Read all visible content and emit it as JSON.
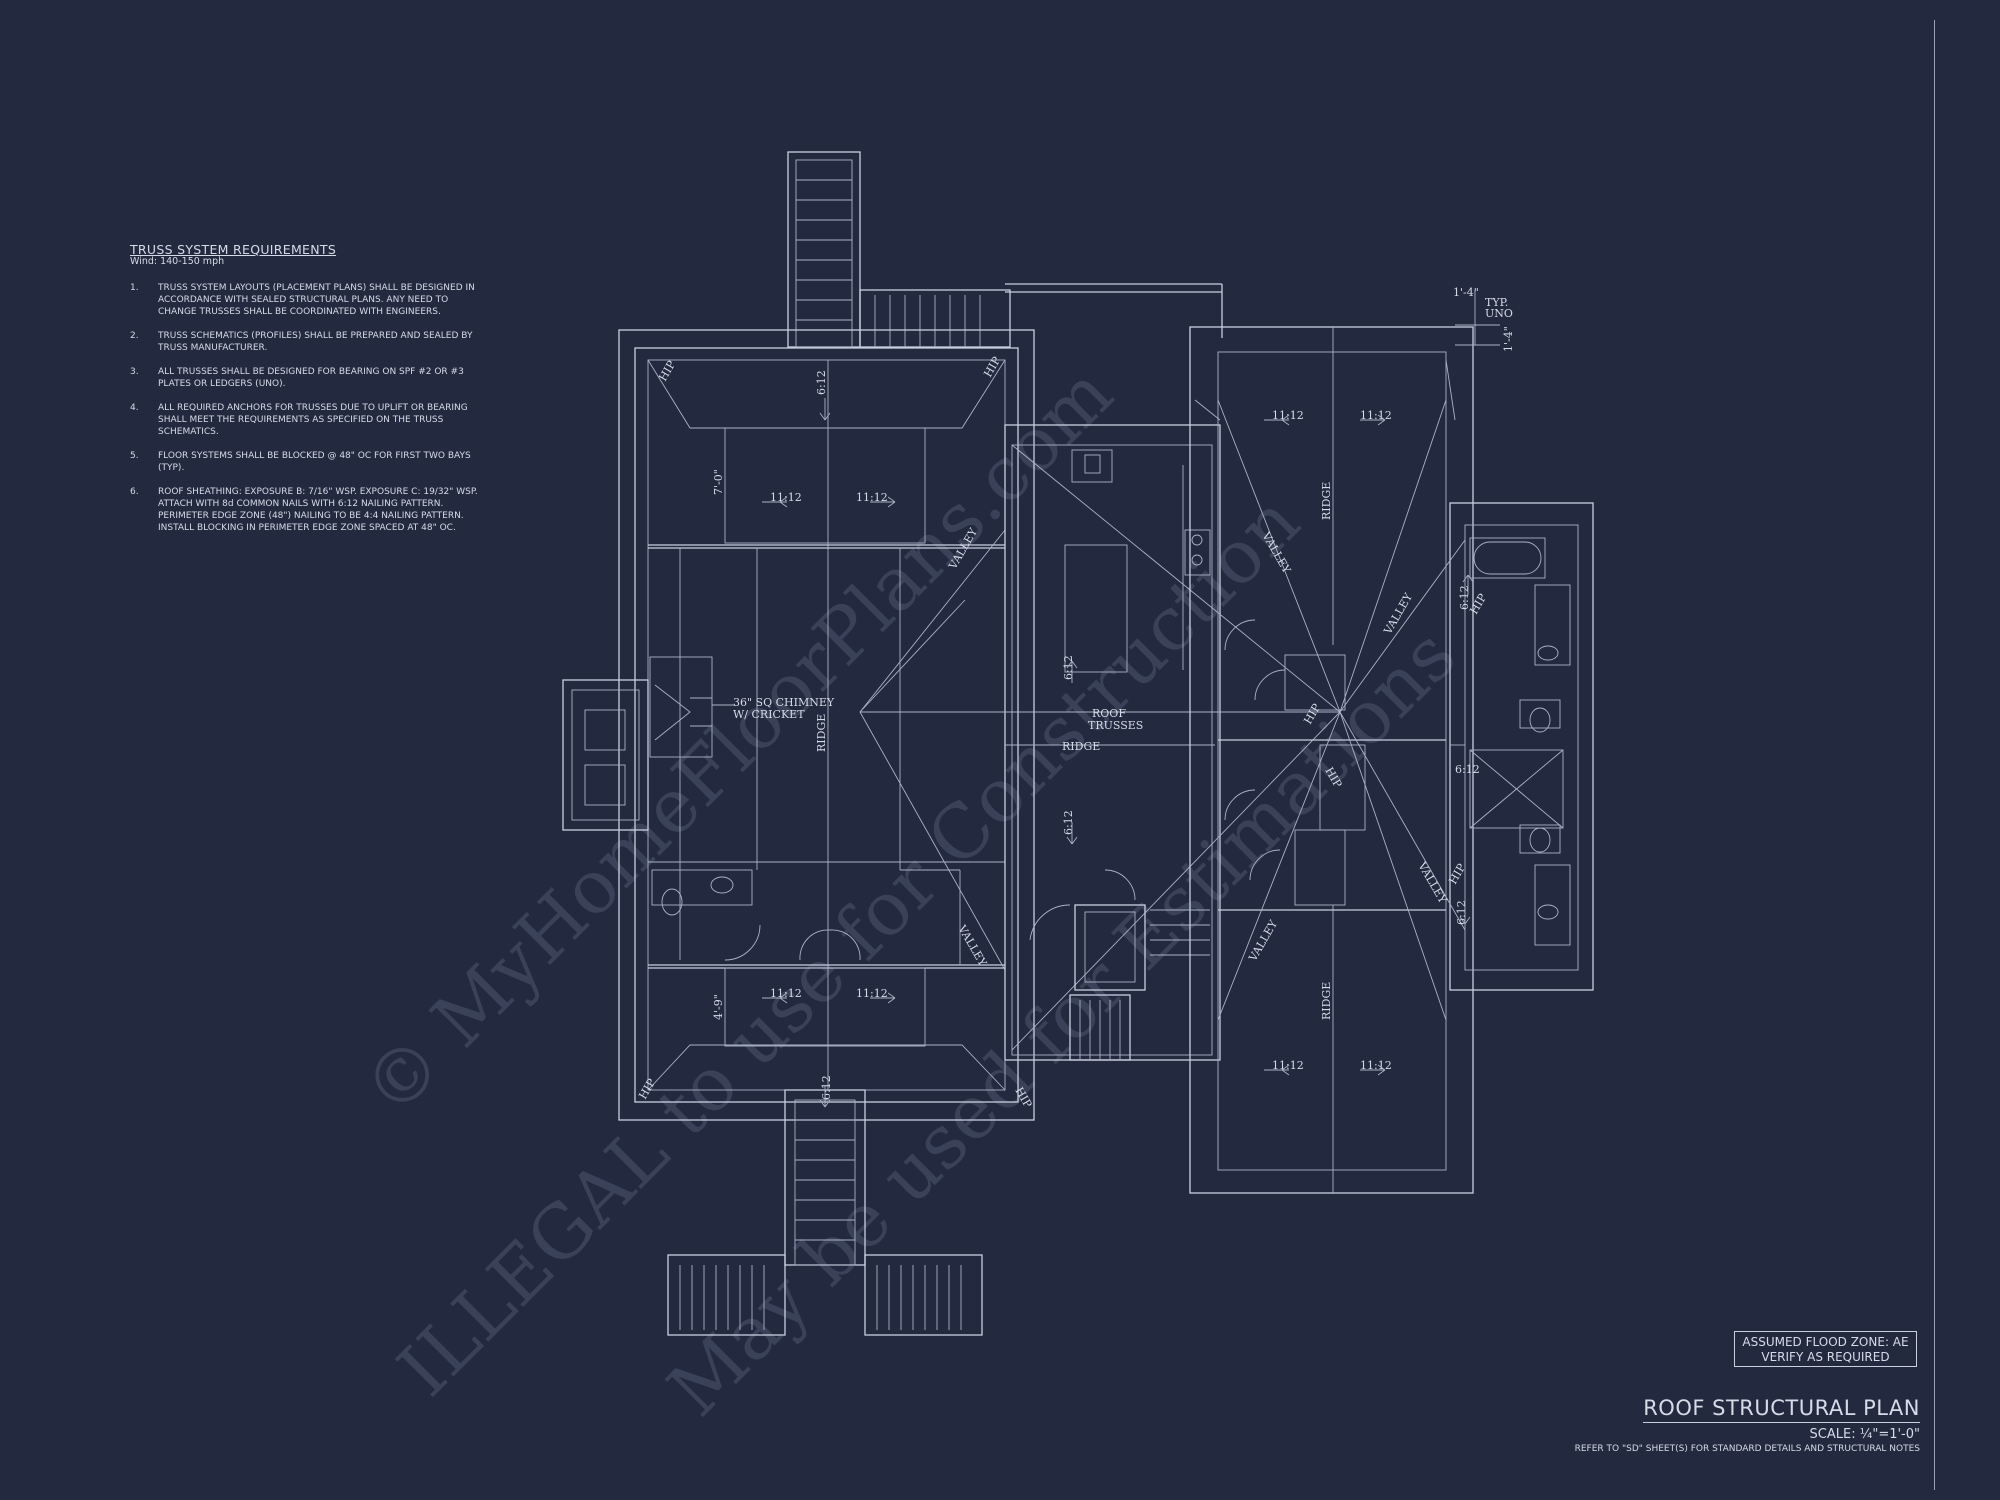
{
  "notes": {
    "title": "TRUSS SYSTEM REQUIREMENTS",
    "wind": "Wind: 140-150 mph",
    "items": [
      {
        "num": "1.",
        "text": "TRUSS SYSTEM LAYOUTS (PLACEMENT PLANS) SHALL BE DESIGNED IN ACCORDANCE WITH SEALED STRUCTURAL PLANS. ANY NEED TO CHANGE TRUSSES SHALL BE COORDINATED WITH ENGINEERS."
      },
      {
        "num": "2.",
        "text": "TRUSS SCHEMATICS (PROFILES) SHALL BE PREPARED AND SEALED BY TRUSS MANUFACTURER."
      },
      {
        "num": "3.",
        "text": "ALL TRUSSES SHALL BE DESIGNED FOR BEARING ON SPF #2 OR #3 PLATES OR LEDGERS (UNO)."
      },
      {
        "num": "4.",
        "text": "ALL REQUIRED ANCHORS FOR TRUSSES DUE TO UPLIFT OR BEARING SHALL MEET THE REQUIREMENTS AS SPECIFIED ON THE TRUSS SCHEMATICS."
      },
      {
        "num": "5.",
        "text": "FLOOR SYSTEMS SHALL BE BLOCKED @ 48\" OC FOR FIRST TWO BAYS (TYP)."
      },
      {
        "num": "6.",
        "text": "ROOF SHEATHING: EXPOSURE B: 7/16\" WSP. EXPOSURE C: 19/32\" WSP. ATTACH WITH 8d COMMON NAILS WITH 6:12 NAILING PATTERN. PERIMETER EDGE ZONE (48\") NAILING TO BE 4:4 NAILING PATTERN. INSTALL BLOCKING IN PERIMETER EDGE ZONE SPACED AT 48\" OC."
      }
    ]
  },
  "plan_labels": {
    "hip": "HIP",
    "pitch_612": "6:12",
    "pitch_1112": "11:12",
    "ridge": "RIDGE",
    "valley": "VALLEY",
    "dim_70": "7'-0\"",
    "dim_49": "4'-9\"",
    "dim_14": "1'-4\"",
    "typ": "TYP.",
    "uno": "UNO",
    "chimney_1": "36\" SQ CHIMNEY",
    "chimney_2": "W/ CRICKET",
    "roof_trusses_1": "ROOF",
    "roof_trusses_2": "TRUSSES"
  },
  "flood": {
    "line1": "ASSUMED FLOOD ZONE: AE",
    "line2": "VERIFY AS REQUIRED"
  },
  "title_block": {
    "title": "ROOF STRUCTURAL PLAN",
    "scale": "SCALE: ¼\"=1'-0\"",
    "note": "REFER TO \"SD\" SHEET(S) FOR STANDARD DETAILS AND STRUCTURAL NOTES"
  },
  "watermark": {
    "line1": "© MyHomeFloorPlans.com",
    "line2": "ILLEGAL to use for Construction",
    "line3": "May be used for Estimations"
  }
}
